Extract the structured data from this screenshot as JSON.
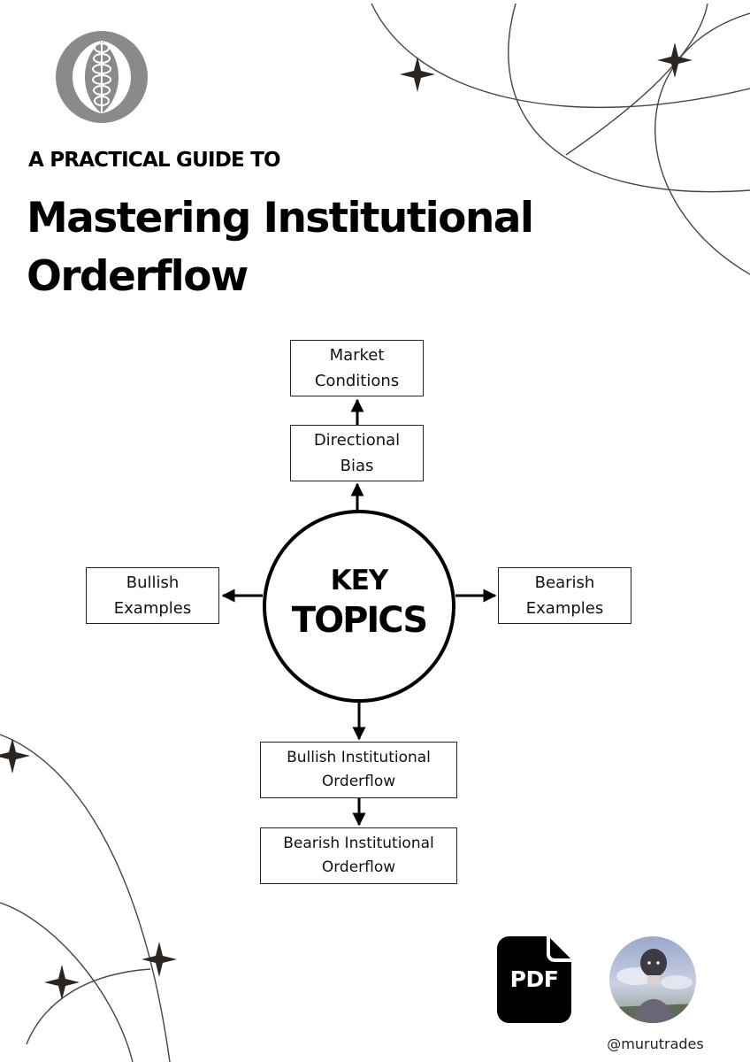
{
  "header": {
    "kicker": "A PRACTICAL GUIDE TO",
    "title": "Mastering Institutional Orderflow"
  },
  "diagram": {
    "hub_line1": "KEY",
    "hub_line2": "TOPICS",
    "nodes": {
      "market_conditions": [
        "Market",
        "Conditions"
      ],
      "directional_bias": [
        "Directional",
        "Bias"
      ],
      "bullish_examples": [
        "Bullish",
        "Examples"
      ],
      "bearish_examples": [
        "Bearish",
        "Examples"
      ],
      "bullish_orderflow": [
        "Bullish Institutional",
        "Orderflow"
      ],
      "bearish_orderflow": [
        "Bearish Institutional",
        "Orderflow"
      ]
    }
  },
  "footer": {
    "pdf_label": "PDF",
    "handle": "@murutrades"
  },
  "icons": {
    "logo": "ornamental-circle-logo",
    "pdf": "pdf-file-icon",
    "avatar": "profile-avatar",
    "decoration": "four-point-star"
  },
  "colors": {
    "text": "#000000",
    "logo": "#8a8a8a",
    "decoration": "#2b2622"
  }
}
